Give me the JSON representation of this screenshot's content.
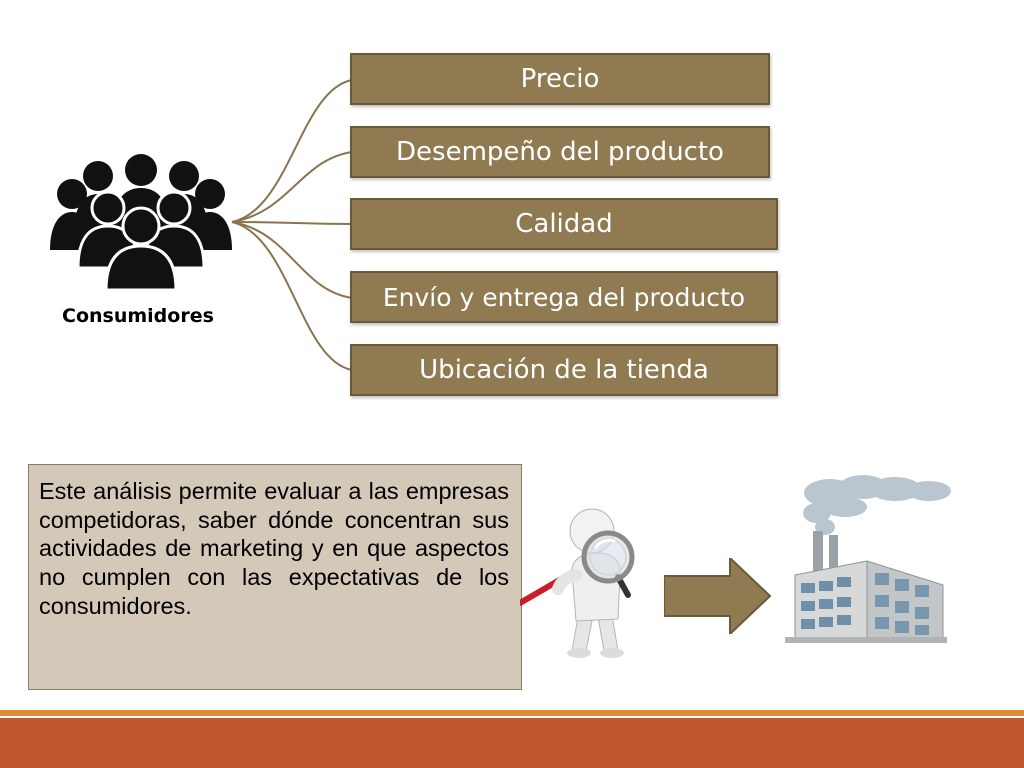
{
  "diagram": {
    "consumers_label": "Consumidores",
    "factors": [
      "Precio",
      "Desempeño del producto",
      "Calidad",
      "Envío  y entrega del producto",
      "Ubicación de la tienda"
    ]
  },
  "analysis_text": "Este análisis permite evaluar a las empresas competidoras, saber dónde concentran sus actividades de marketing y en que aspectos no cumplen con las expectativas de los consumidores.",
  "colors": {
    "factor_box": "#8f7a52",
    "text_box": "#d4c8b8",
    "footer_thin": "#e08a33",
    "footer_band": "#c0562c"
  },
  "icons": {
    "people": "people-group-icon",
    "inspector": "magnifier-figure-icon",
    "arrow": "arrow-right-icon",
    "factory": "factory-icon"
  }
}
